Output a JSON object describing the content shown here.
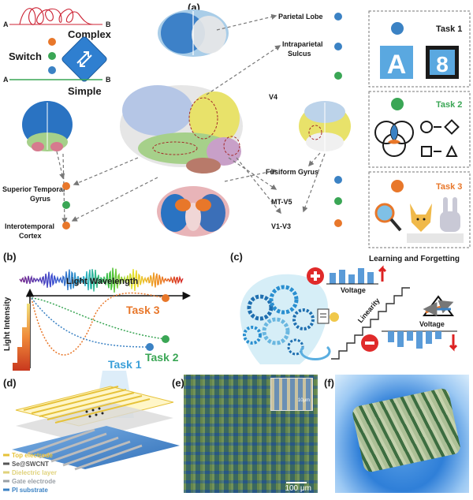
{
  "panels": {
    "a": "(a)",
    "b": "(b)",
    "c": "(c)",
    "d": "(d)",
    "e": "(e)",
    "f": "(f)"
  },
  "panel_a": {
    "endpoint_a": "A",
    "endpoint_b": "B",
    "complex": "Complex",
    "switch": "Switch",
    "simple": "Simple",
    "regions": {
      "parietal": "Parietal Lobe",
      "intraparietal_1": "Intraparietal",
      "intraparietal_2": "Sulcus",
      "v4": "V4",
      "fusiform": "Fusiform Gyrus",
      "mtv5": "MT-V5",
      "v1v3": "V1-V3",
      "sup_temporal_1": "Superior Temporal",
      "sup_temporal_2": "Gyrus",
      "interotemporal_1": "Interotemporal",
      "interotemporal_2": "Cortex"
    },
    "tasks": {
      "task1": "Task 1",
      "task2": "Task 2",
      "task3": "Task 3",
      "letter_a": "A",
      "digit_8": "8"
    },
    "colors": {
      "blue": "#3b82c4",
      "green": "#3aa655",
      "orange": "#e8772a"
    }
  },
  "panel_b": {
    "title": "Light Wavelength",
    "ylabel": "Light Intensity",
    "task1": "Task 1",
    "task2": "Task 2",
    "task3": "Task 3"
  },
  "panel_c": {
    "title": "Learning and Forgetting",
    "voltage_top": "Voltage",
    "voltage_bottom": "Voltage",
    "linearity": "Linearity"
  },
  "panel_d": {
    "legend": [
      "Top electrode",
      "Se@SWCNT",
      "Dielectric layer",
      "Gate electrode",
      "PI substrate"
    ],
    "legend_colors": [
      "#e6c23a",
      "#555555",
      "#e0d27a",
      "#9aa0a6",
      "#3b82c4"
    ]
  },
  "panel_e": {
    "scale": "100 μm",
    "inset_scale": "10μm"
  }
}
